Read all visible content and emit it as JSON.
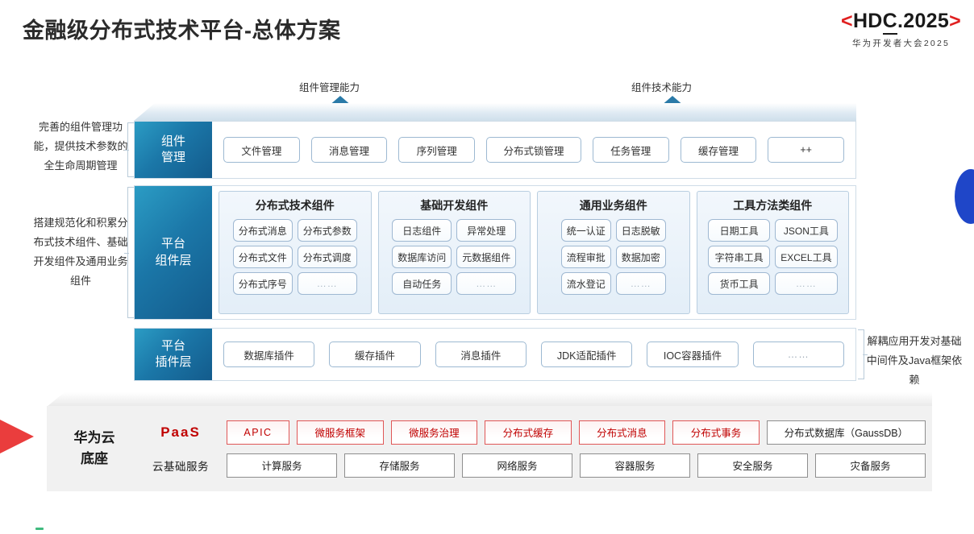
{
  "header": {
    "title": "金融级分布式技术平台-总体方案",
    "logo_bracket_left": "<",
    "logo_text_a": "HD",
    "logo_text_b": "C",
    "logo_text_c": ".2025",
    "logo_bracket_right": ">",
    "logo_subtitle": "华为开发者大会2025",
    "accent_red": "#e02020"
  },
  "arrows": {
    "left_label": "组件管理能力",
    "right_label": "组件技术能力"
  },
  "side_notes": {
    "note1": "完善的组件管理功能，提供技术参数的全生命周期管理",
    "note2": "搭建规范化和积累分布式技术组件、基础开发组件及通用业务组件",
    "note3": "解耦应用开发对基础中间件及Java框架依赖"
  },
  "layers": [
    {
      "title_line1": "组件",
      "title_line2": "管理",
      "items": [
        "文件管理",
        "消息管理",
        "序列管理",
        "分布式锁管理",
        "任务管理",
        "缓存管理",
        "++"
      ]
    },
    {
      "title_line1": "平台",
      "title_line2": "组件层",
      "groups": [
        {
          "name": "分布式技术组件",
          "chips": [
            "分布式消息",
            "分布式参数",
            "分布式文件",
            "分布式调度",
            "分布式序号",
            "……"
          ]
        },
        {
          "name": "基础开发组件",
          "chips": [
            "日志组件",
            "异常处理",
            "数据库访问",
            "元数据组件",
            "自动任务",
            "……"
          ]
        },
        {
          "name": "通用业务组件",
          "chips": [
            "统一认证",
            "日志脱敏",
            "流程审批",
            "数据加密",
            "流水登记",
            "……"
          ]
        },
        {
          "name": "工具方法类组件",
          "chips": [
            "日期工具",
            "JSON工具",
            "字符串工具",
            "EXCEL工具",
            "货币工具",
            "……"
          ]
        }
      ]
    },
    {
      "title_line1": "平台",
      "title_line2": "插件层",
      "items": [
        "数据库插件",
        "缓存插件",
        "消息插件",
        "JDK适配插件",
        "IOC容器插件",
        "……"
      ]
    }
  ],
  "base": {
    "left_line1": "华为云",
    "left_line2": "底座",
    "paas_label": "PaaS",
    "cloud_label": "云基础服务",
    "paas_items": [
      {
        "label": "APIC",
        "style": "red"
      },
      {
        "label": "微服务框架",
        "style": "red"
      },
      {
        "label": "微服务治理",
        "style": "red"
      },
      {
        "label": "分布式缓存",
        "style": "red"
      },
      {
        "label": "分布式消息",
        "style": "red"
      },
      {
        "label": "分布式事务",
        "style": "red"
      },
      {
        "label": "分布式数据库（GaussDB）",
        "style": "gray"
      }
    ],
    "cloud_items": [
      "计算服务",
      "存储服务",
      "网络服务",
      "容器服务",
      "安全服务",
      "灾备服务"
    ],
    "paas_color": "#c00000"
  }
}
